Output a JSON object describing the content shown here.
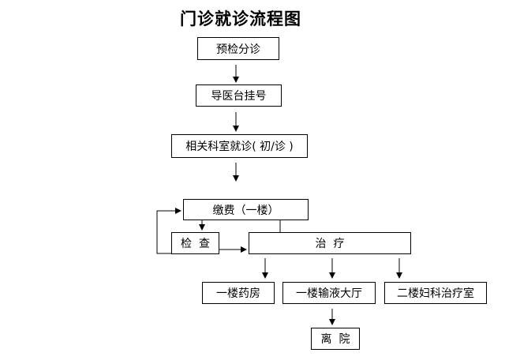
{
  "title": "门诊就诊流程图",
  "nodes": {
    "precheck": "预检分诊",
    "guide_desk": "导医台挂号",
    "department": "相关科室就诊( 初/诊 )",
    "payment": "缴费（一楼）",
    "examination": "检  查",
    "treatment": "治  疗",
    "pharmacy": "一楼药房",
    "infusion_hall": "一楼输液大厅",
    "gynecology": "二楼妇科治疗室",
    "leave": "离  院"
  }
}
